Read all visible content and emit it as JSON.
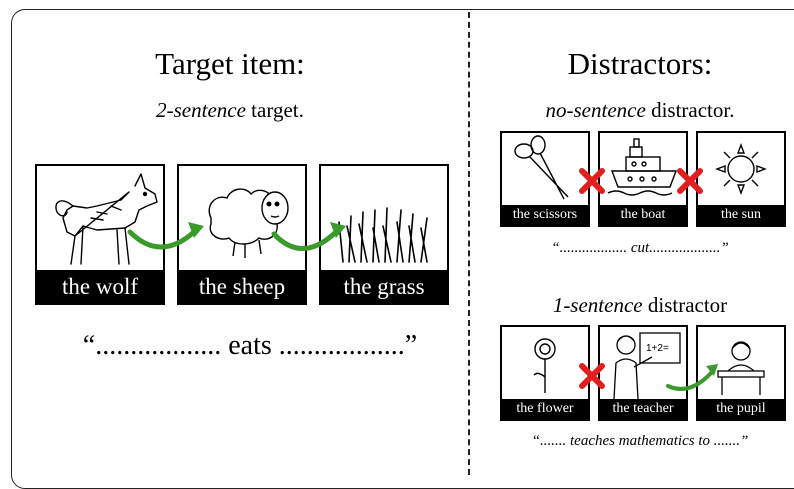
{
  "left": {
    "heading": "Target item:",
    "subheading_italic": "2-sentence",
    "subheading_rest": " target.",
    "cards": [
      "the wolf",
      "the sheep",
      "the grass"
    ],
    "quote": "“.................. eats ..................”"
  },
  "right": {
    "heading": "Distractors:",
    "no_sentence": {
      "label_italic": "no-sentence",
      "label_rest": " distractor.",
      "cards": [
        "the scissors",
        "the boat",
        "the sun"
      ],
      "quote": "“.................. cut...................”"
    },
    "one_sentence": {
      "label_italic": "1-sentence",
      "label_rest": " distractor",
      "cards": [
        "the flower",
        "the teacher",
        "the pupil"
      ],
      "quote": "“....... teaches mathematics to .......”"
    }
  },
  "colors": {
    "arrow": "#3a9a2a",
    "cross": "#e02020",
    "label_bg": "#000000"
  },
  "icons": [
    "wolf-icon",
    "sheep-icon",
    "grass-icon",
    "scissors-icon",
    "boat-icon",
    "sun-icon",
    "flower-icon",
    "teacher-icon",
    "pupil-icon",
    "green-arrow-icon",
    "red-cross-icon"
  ]
}
